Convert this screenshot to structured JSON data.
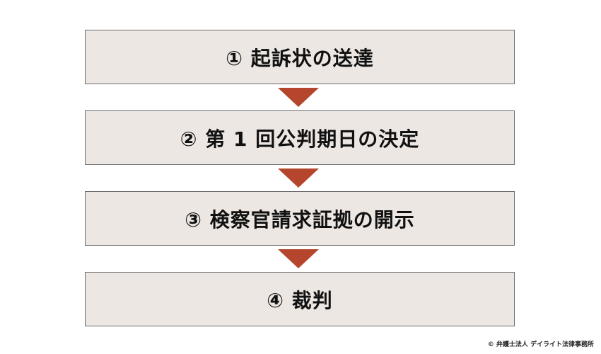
{
  "colors": {
    "box_fill": "#ede7e3",
    "box_border": "#6b6b6b",
    "arrow": "#b5452c"
  },
  "steps": [
    {
      "label": "① 起訴状の送達"
    },
    {
      "label": "② 第 1 回公判期日の決定"
    },
    {
      "label": "③ 検察官請求証拠の開示"
    },
    {
      "label": "④ 裁判"
    }
  ],
  "footer": {
    "copyright": "© 弁護士法人 デイライト法律事務所"
  }
}
